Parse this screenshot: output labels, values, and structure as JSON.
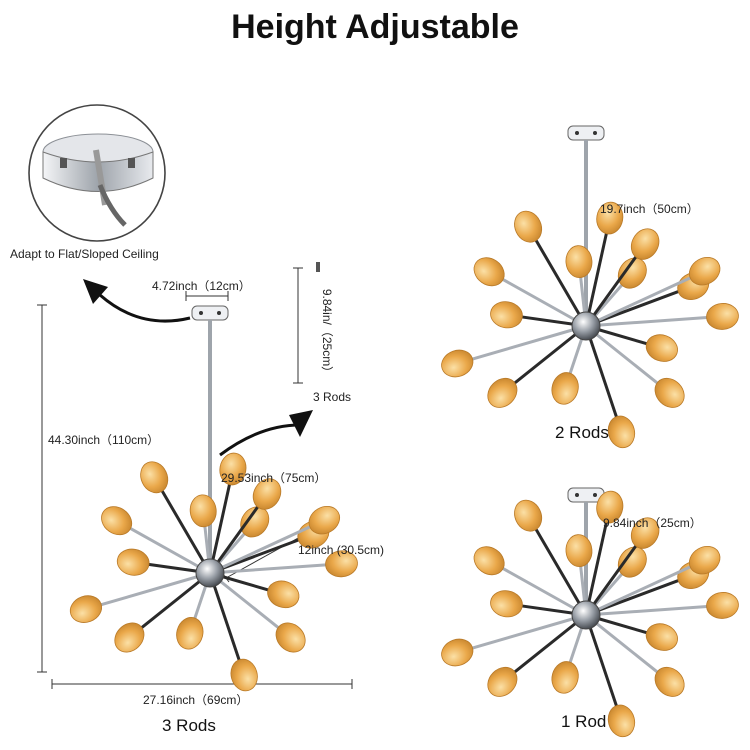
{
  "page": {
    "title": "Height Adjustable"
  },
  "mount": {
    "caption": "Adapt to Flat/Sloped Ceiling"
  },
  "dimensions": {
    "canopy_width": "4.72inch（12cm）",
    "rod_length": "9.84in/（25cm）",
    "rods_label": "3 Rods",
    "total_height": "44.30inch（110cm）",
    "drop_length": "29.53inch（75cm）",
    "arm_length": "12inch (30.5cm)",
    "total_width": "27.16inch（69cm）"
  },
  "fixtures": [
    {
      "caption": "3 Rods",
      "rod_label": ""
    },
    {
      "caption": "2 Rods",
      "rod_label": "19.7inch（50cm）"
    },
    {
      "caption": "1 Rod",
      "rod_label": "9.84inch（25cm）"
    }
  ],
  "colors": {
    "bulb": "#e8a64a",
    "bulb_light": "#f6d08a",
    "chrome": "#c8ccd2",
    "dark_arm": "#2a2a2a",
    "text": "#111111"
  },
  "icons": [
    "arrow-curved-icon",
    "rod-icon",
    "canopy-icon",
    "bulb-icon"
  ]
}
